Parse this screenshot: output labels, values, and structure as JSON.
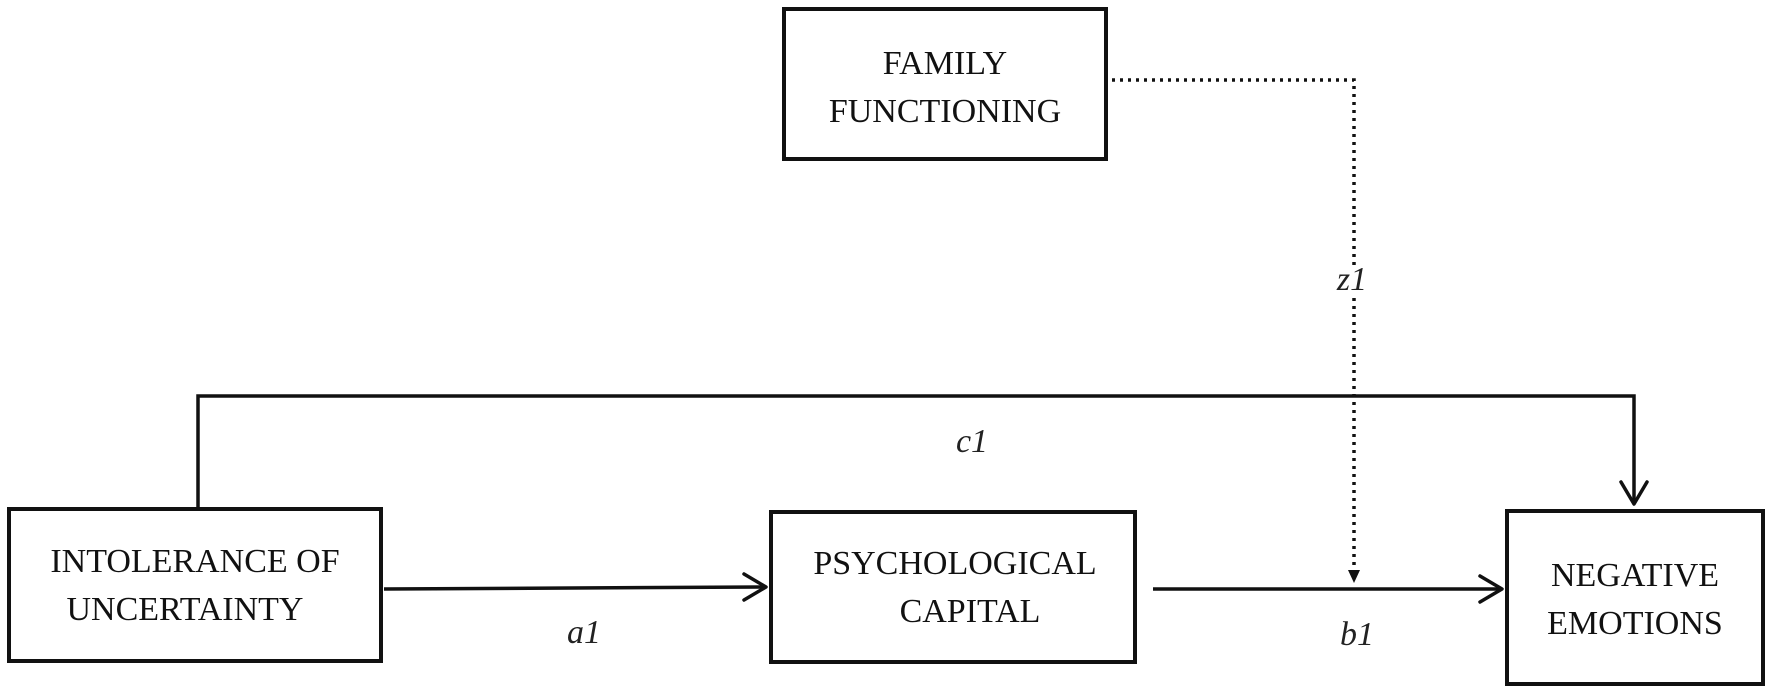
{
  "nodes": {
    "family_functioning": {
      "line1": "FAMILY",
      "line2": "FUNCTIONING"
    },
    "intolerance": {
      "line1": "INTOLERANCE OF",
      "line2": "UNCERTAINTY"
    },
    "psych_capital": {
      "line1": "PSYCHOLOGICAL",
      "line2": "CAPITAL"
    },
    "negative_emotions": {
      "line1": "NEGATIVE",
      "line2": "EMOTIONS"
    }
  },
  "paths": {
    "a1": "a1",
    "b1": "b1",
    "c1": "c1",
    "z1": "z1"
  }
}
